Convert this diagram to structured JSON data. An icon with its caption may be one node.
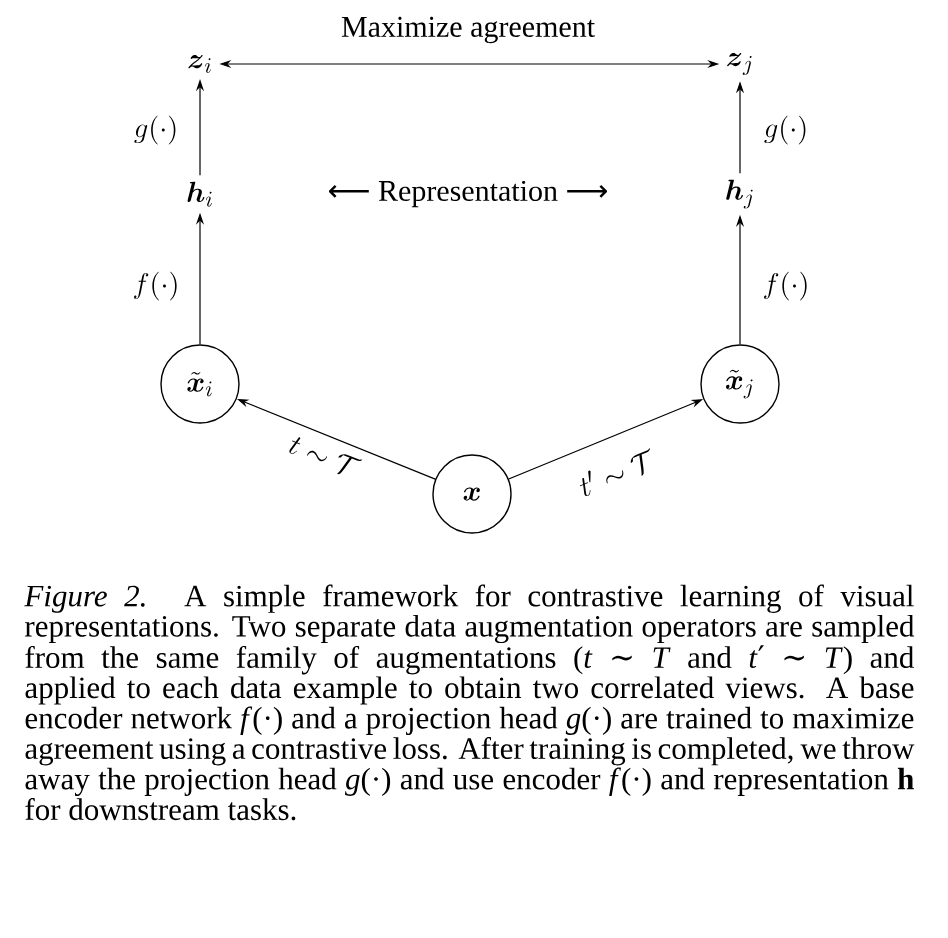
{
  "diagram": {
    "caption": "*Figure 2.* A simple framework for contrastive learning of visual representations. Two separate data augmentation operators are sampled from the same family of augmentations (*t* ∼ *T* and *t*′ ∼ *T*) and applied to each data example to obtain two correlated views. A base encoder network *f*(·) and a projection head *g*(·) are trained to maximize agreement using a contrastive loss. After training is completed, we throw away the projection head *g*(·) and use encoder *f*(·) and representation **h** for downstream tasks.",
    "nodes": [
      {
        "text": [
          "\\boldsymbol{z}_i"
        ]
      },
      {
        "text": [
          "\\boldsymbol{z}_j"
        ]
      },
      {
        "text": [
          "\\boldsymbol{h}_i"
        ]
      },
      {
        "text": [
          "\\boldsymbol{h}_j"
        ]
      },
      {
        "text": [
          "\\tilde{\\boldsymbol{x}}_i"
        ]
      },
      {
        "text": [
          "\\tilde{\\boldsymbol{x}}_j"
        ]
      },
      {
        "text": [
          "\\boldsymbol{x}"
        ]
      }
    ],
    "edges": [
      {
        "from": 0,
        "to": 1,
        "arrow": "both",
        "label": "Maximize agreement"
      },
      {
        "from": 2,
        "to": 0,
        "arrow": "to",
        "label": "g(\\cdot)"
      },
      {
        "from": 3,
        "to": 1,
        "arrow": "to",
        "label": "g(\\cdot)"
      },
      {
        "from": 4,
        "to": 2,
        "arrow": "to",
        "label": "f(\\cdot)"
      },
      {
        "from": 5,
        "to": 3,
        "arrow": "to",
        "label": "f(\\cdot)"
      },
      {
        "from": 6,
        "to": 4,
        "arrow": "to",
        "label": "t \\sim \\mathcal{T}"
      },
      {
        "from": 6,
        "to": 5,
        "arrow": "to",
        "label": "t' \\sim \\mathcal{T}"
      }
    ],
    "labels": [
      "⟵ Representation ⟶"
    ]
  }
}
